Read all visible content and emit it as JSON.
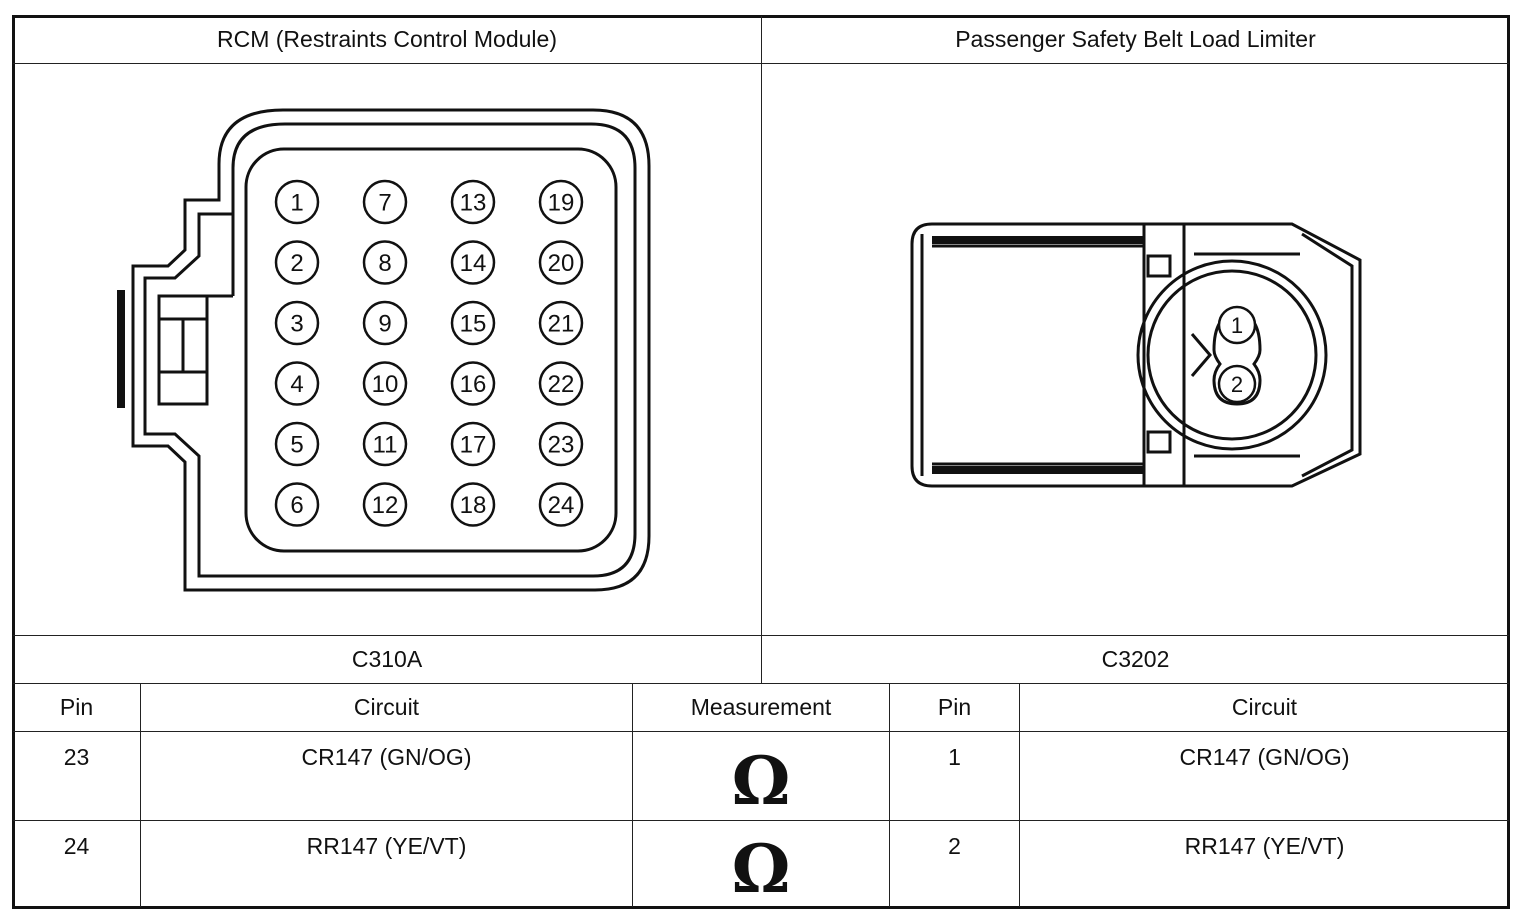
{
  "connectors": [
    {
      "title": "RCM (Restraints Control Module)",
      "id": "C310A",
      "pins": [
        "1",
        "2",
        "3",
        "4",
        "5",
        "6",
        "7",
        "8",
        "9",
        "10",
        "11",
        "12",
        "13",
        "14",
        "15",
        "16",
        "17",
        "18",
        "19",
        "20",
        "21",
        "22",
        "23",
        "24"
      ]
    },
    {
      "title": "Passenger Safety Belt Load Limiter",
      "id": "C3202",
      "pins": [
        "1",
        "2"
      ]
    }
  ],
  "table": {
    "headers": [
      "Pin",
      "Circuit",
      "Measurement",
      "Pin",
      "Circuit"
    ],
    "rows": [
      {
        "pin_a": "23",
        "circuit_a": "CR147 (GN/OG)",
        "measurement": "Ω",
        "pin_b": "1",
        "circuit_b": "CR147 (GN/OG)"
      },
      {
        "pin_a": "24",
        "circuit_a": "RR147 (YE/VT)",
        "measurement": "Ω",
        "pin_b": "2",
        "circuit_b": "RR147 (YE/VT)"
      }
    ]
  }
}
